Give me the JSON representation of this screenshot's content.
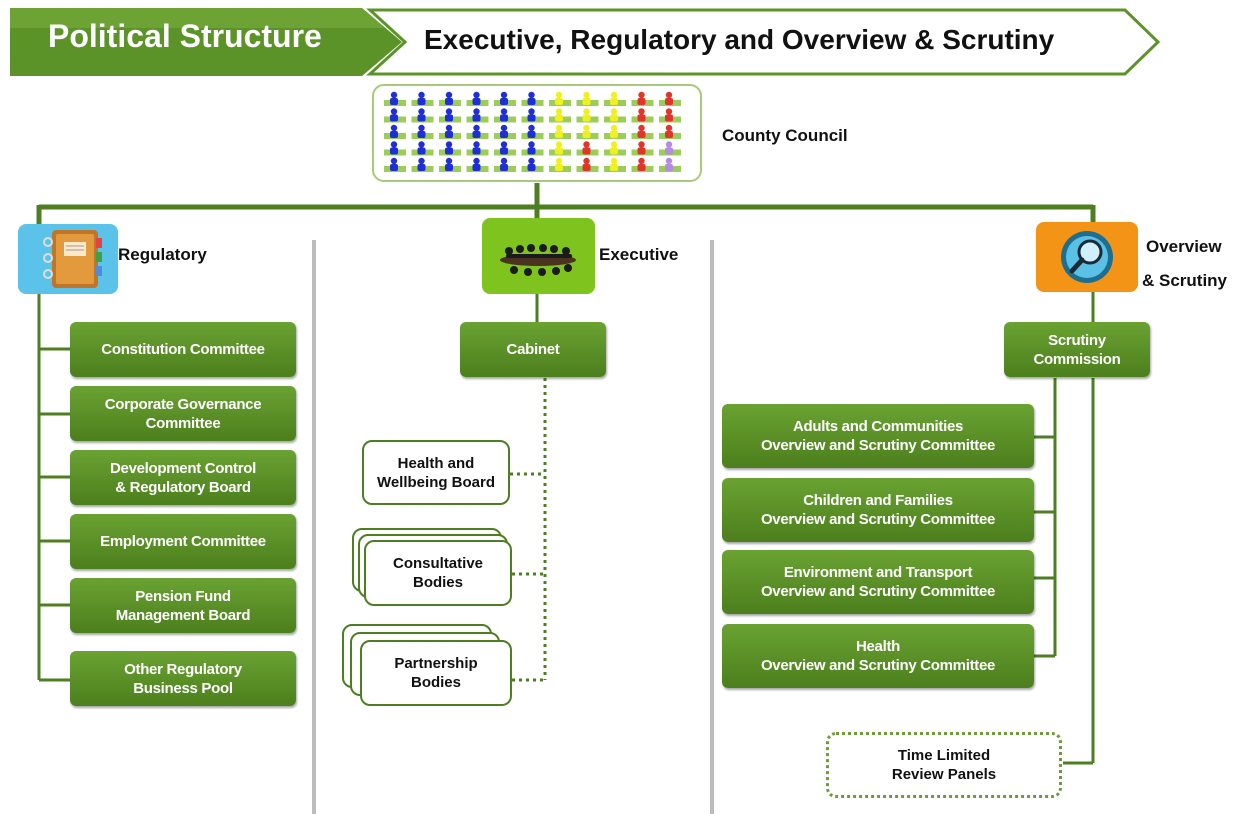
{
  "header": {
    "title": "Political Structure",
    "subtitle": "Executive, Regulatory and Overview & Scrutiny",
    "colors": {
      "green": "#5c9329",
      "light_green": "#c4dd9e"
    }
  },
  "council": {
    "label": "County Council",
    "seat_colors": [
      "#1f2fd6",
      "#1f2fd6",
      "#1f2fd6",
      "#1f2fd6",
      "#1f2fd6",
      "#1f2fd6",
      "#f0f020",
      "#f0f020",
      "#f0f020",
      "#e0352a",
      "#e0352a"
    ],
    "seat_rows": 5
  },
  "regulatory": {
    "label": "Regulatory",
    "icon": "address-book-icon",
    "committees": [
      "Constitution Committee",
      "Corporate Governance\nCommittee",
      "Development Control\n& Regulatory Board",
      "Employment Committee",
      "Pension Fund\nManagement Board",
      "Other Regulatory\nBusiness Pool"
    ]
  },
  "executive": {
    "label": "Executive",
    "icon": "meeting-table-icon",
    "cabinet": "Cabinet",
    "bodies": [
      "Health and\nWellbeing Board",
      "Consultative\nBodies",
      "Partnership\nBodies"
    ]
  },
  "scrutiny": {
    "label_line1": "Overview",
    "label_line2": "& Scrutiny",
    "icon": "magnifier-icon",
    "commission": "Scrutiny\nCommission",
    "committees": [
      "Adults and Communities\nOverview and Scrutiny Committee",
      "Children and Families\nOverview and Scrutiny Committee",
      "Environment and Transport\nOverview and Scrutiny Committee",
      "Health\nOverview and Scrutiny Committee"
    ],
    "panels": "Time Limited\nReview Panels"
  }
}
